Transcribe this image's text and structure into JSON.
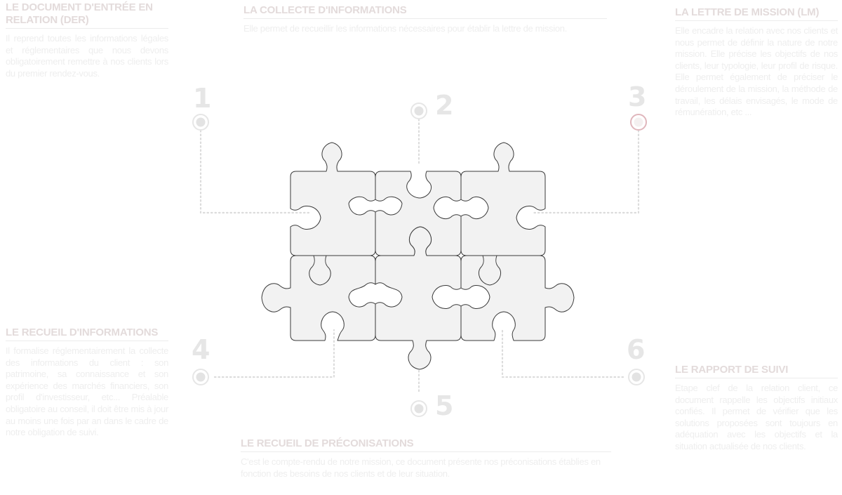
{
  "colors": {
    "title": "#e3dbdb",
    "text": "#eeeeee",
    "number": "#e6e6e6",
    "accent": "#e0b6bc",
    "piece_fill": "#f2f2f2",
    "piece_stroke": "#3a3a3a",
    "dots": "#dcdcdc"
  },
  "steps": [
    {
      "number": "1",
      "title": "LE DOCUMENT D'ENTRÉE EN RELATION (DER)",
      "text": "Il reprend toutes les informations légales et réglementaires que nous devons obligatoirement remettre à nos clients lors du premier rendez-vous."
    },
    {
      "number": "2",
      "title": "LA COLLECTE D'INFORMATIONS",
      "text": "Elle permet de recueillir les informations nécessaires pour établir la lettre de mission."
    },
    {
      "number": "3",
      "title": "LA LETTRE DE MISSION (LM)",
      "text": "Elle encadre la relation avec nos clients et nous permet de définir la nature de notre mission. Elle précise les objectifs de nos clients, leur typologie, leur profil de risque. Elle permet également de préciser le déroulement de la mission, la méthode de travail, les délais envisagés, le mode de rémunération, etc ..."
    },
    {
      "number": "4",
      "title": "LE RECUEIL D'INFORMATIONS",
      "text": "Il formalise réglementairement la collecte des informations du client : son patrimoine, sa connaissance et son expérience des marchés financiers, son profil d'investisseur, etc... Préalable obligatoire au conseil, il doit être mis à jour au moins une fois par an dans le cadre de notre obligation de suivi."
    },
    {
      "number": "5",
      "title": "LE RECUEIL DE PRÉCONISATIONS",
      "text": "C'est le compte-rendu de notre mission, ce document présente nos préconisations établies en fonction des besoins de nos clients et de leur situation."
    },
    {
      "number": "6",
      "title": "LE RAPPORT DE SUIVI",
      "text": "Etape clef de la relation client, ce document rappelle les objectifs initiaux confiés. Il permet de vérifier que les solutions proposées sont toujours en adéquation avec les objectifs et la situation actualisée de nos clients."
    }
  ]
}
